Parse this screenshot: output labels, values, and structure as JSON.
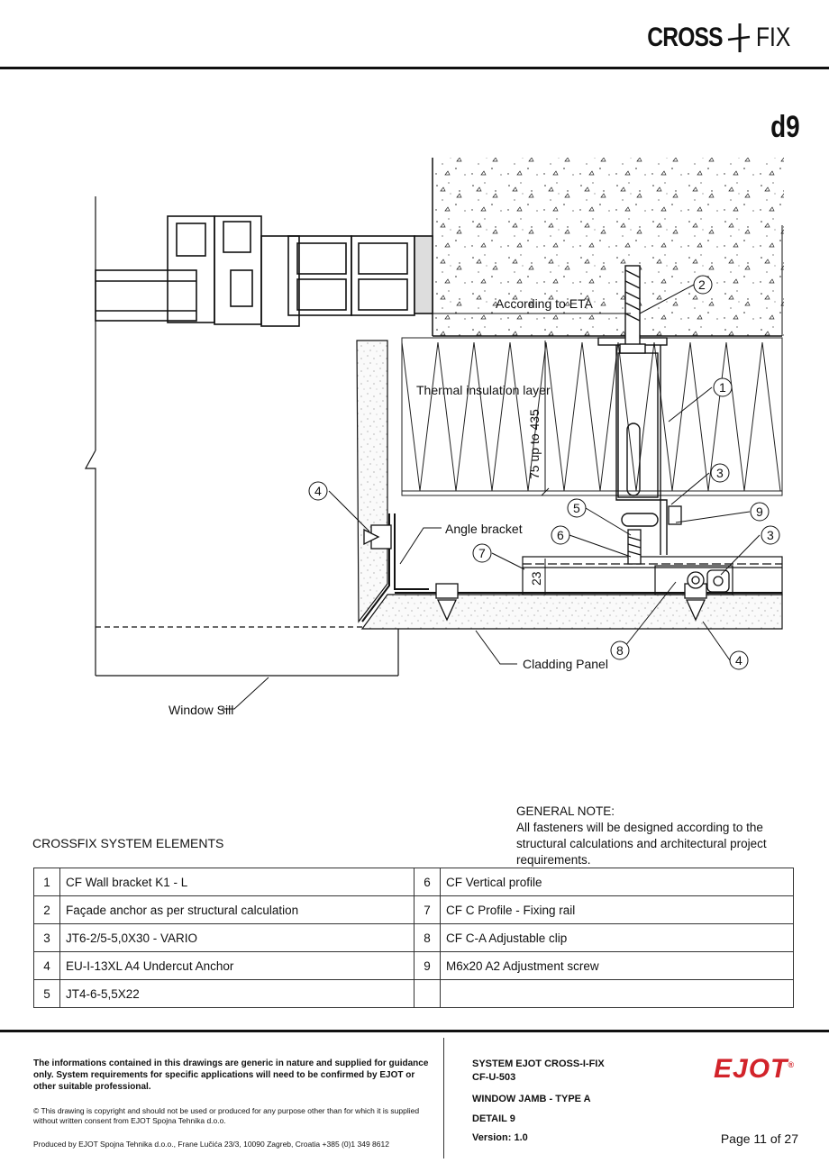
{
  "brand": {
    "cross": "CROSS",
    "fix": "FIX"
  },
  "detail_code": "d9",
  "drawing": {
    "labels": {
      "according_to_eta": "According to ETA",
      "thermal_insulation": "Thermal insulation layer",
      "dimension_range": "75 up to 435",
      "dimension_23": "23",
      "angle_bracket": "Angle bracket",
      "cladding_panel": "Cladding Panel",
      "window_sill": "Window Sill"
    },
    "callouts": [
      "1",
      "2",
      "3",
      "3",
      "4",
      "4",
      "5",
      "6",
      "7",
      "8",
      "9"
    ]
  },
  "general_note": {
    "title": "GENERAL NOTE:",
    "text": "All fasteners will be designed according to the structural calculations and architectural project requirements."
  },
  "elements": {
    "title": "CROSSFIX SYSTEM ELEMENTS",
    "rows": [
      {
        "n1": "1",
        "t1": "CF Wall bracket K1 - L",
        "n2": "6",
        "t2": "CF Vertical profile"
      },
      {
        "n1": "2",
        "t1": "Façade anchor as per structural calculation",
        "n2": "7",
        "t2": "CF C Profile - Fixing rail"
      },
      {
        "n1": "3",
        "t1": "JT6-2/5-5,0X30 - VARIO",
        "n2": "8",
        "t2": "CF C-A  Adjustable clip"
      },
      {
        "n1": "4",
        "t1": "EU-I-13XL A4 Undercut Anchor",
        "n2": "9",
        "t2": "M6x20 A2  Adjustment screw"
      },
      {
        "n1": "5",
        "t1": "JT4-6-5,5X22",
        "n2": "",
        "t2": ""
      }
    ]
  },
  "footer": {
    "disclaimer": "The informations contained in this drawings are generic in nature and supplied for guidance only. System requirements for specific applications will need to be confirmed by EJOT or other suitable professional.",
    "copyright": "© This drawing is copyright and should not be used or produced for any purpose other than for which it is supplied without written consent from EJOT Spojna Tehnika d.o.o.",
    "producer": "Produced by EJOT Spojna Tehnika d.o.o., Frane Lučića 23/3, 10090 Zagreb, Croatia +385 (0)1 349 8612",
    "system": "SYSTEM EJOT CROSS-I-FIX",
    "code": "CF-U-503",
    "title": "WINDOW JAMB - TYPE A",
    "detail": "DETAIL 9",
    "version": "Version: 1.0",
    "logo": "EJOT",
    "page": "Page 11 of 27"
  }
}
